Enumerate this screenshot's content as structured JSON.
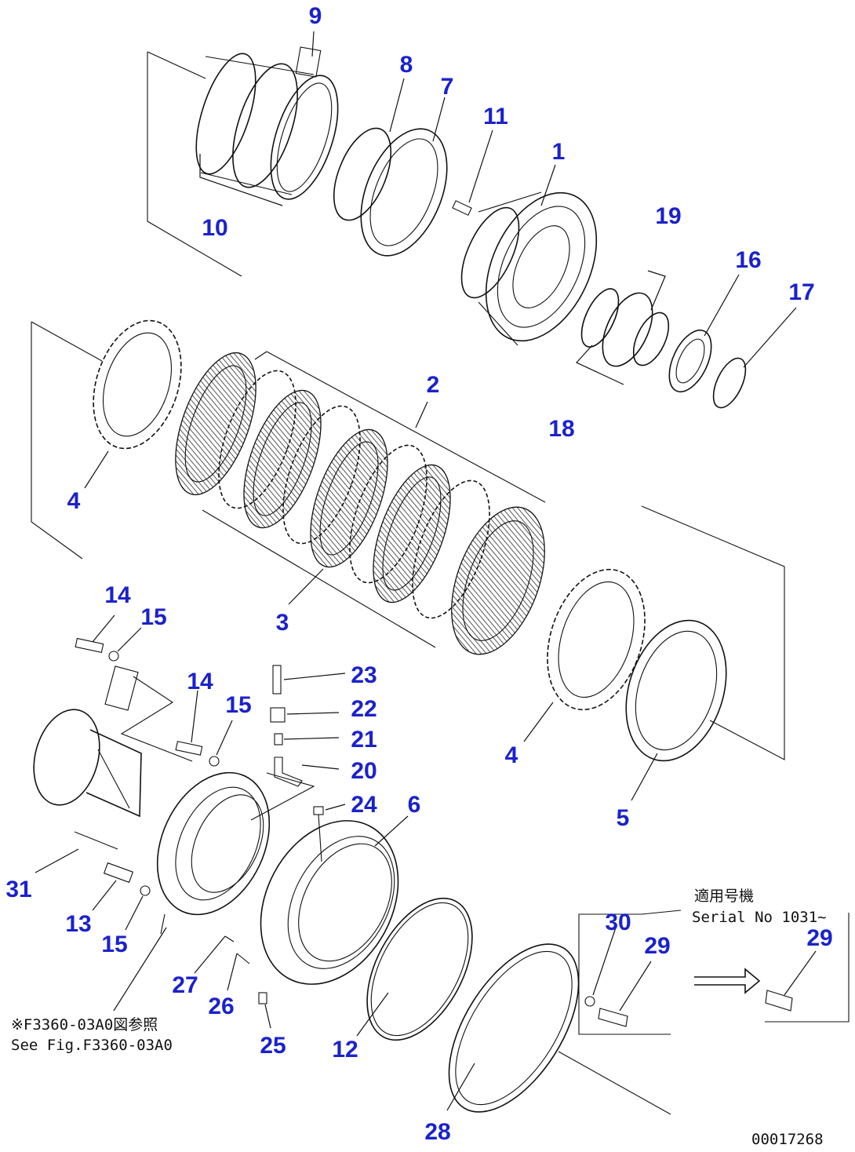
{
  "callouts": {
    "c1": "1",
    "c2": "2",
    "c3": "3",
    "c4a": "4",
    "c4b": "4",
    "c5": "5",
    "c6": "6",
    "c7": "7",
    "c8": "8",
    "c9": "9",
    "c10": "10",
    "c11": "11",
    "c12": "12",
    "c13": "13",
    "c14a": "14",
    "c14b": "14",
    "c15a": "15",
    "c15b": "15",
    "c15c": "15",
    "c16": "16",
    "c17": "17",
    "c18": "18",
    "c19": "19",
    "c20": "20",
    "c21": "21",
    "c22": "22",
    "c23": "23",
    "c24": "24",
    "c25": "25",
    "c26": "26",
    "c27": "27",
    "c28": "28",
    "c29a": "29",
    "c29b": "29",
    "c30": "30",
    "c31": "31"
  },
  "notes": {
    "serial_jp": "適用号機",
    "serial_en": "Serial No 1031~",
    "ref_jp": "※F3360-03A0図参照",
    "ref_en": "See Fig.F3360-03A0",
    "drawing_number": "00017268"
  }
}
